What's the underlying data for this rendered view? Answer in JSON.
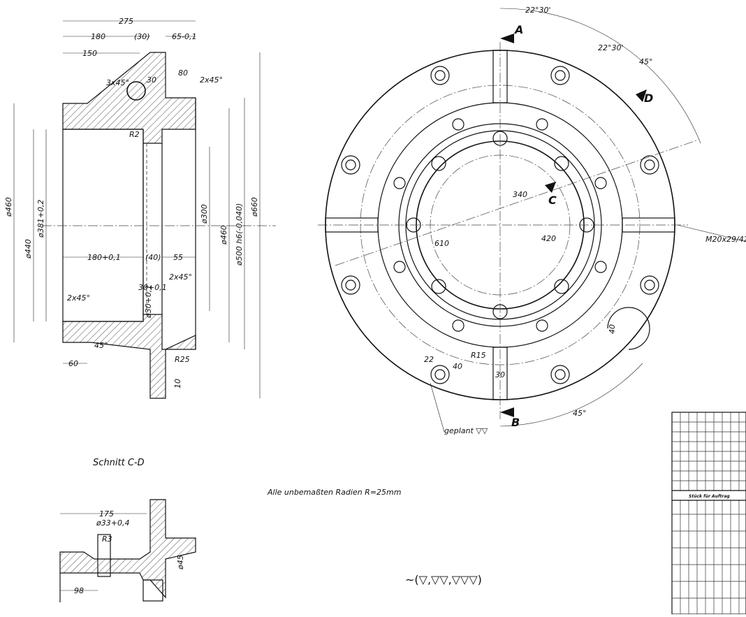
{
  "section_view": {
    "dims": {
      "d275": "275",
      "d180": "180",
      "d30p": "(30)",
      "d65": "65-0,1",
      "d150": "150",
      "d3x45": "3x45°",
      "d30": "30",
      "d80": "80",
      "d2x45_top": "2x45°",
      "r2": "R2",
      "d460_outer": "ø460",
      "d440": "ø440",
      "d381": "ø381+0,2",
      "d300": "ø300",
      "d460_inner": "ø460",
      "d500": "ø500 h6(-0,040)",
      "d660": "ø660",
      "d180_01": "180+0,1",
      "d40p": "(40)",
      "d55": "55",
      "d2x45_mid": "2x45°",
      "d30_01": "30+0,1",
      "d30_01b": "ø30+0,1",
      "d2x45_left": "2x45°",
      "d45deg": "45°",
      "r25": "R25",
      "d60": "60",
      "d10": "10"
    }
  },
  "plan_view": {
    "labels": {
      "a": "A",
      "b": "B",
      "c": "C",
      "d": "D"
    },
    "dims": {
      "ang1": "22°30'",
      "ang2": "22°30'",
      "ang3": "45°",
      "ang4": "45°",
      "d340": "340",
      "d420": "420",
      "d610": "610",
      "thread": "M20x29/42",
      "d40": "40",
      "d30": "30",
      "d22": "22",
      "d40b": "40",
      "r15": "R15"
    },
    "note_planed": "geplant ▽▽"
  },
  "detail_view": {
    "title": "Schnitt C-D",
    "dims": {
      "d175": "175",
      "d33": "ø33+0,4",
      "r3": "R3",
      "d98": "98",
      "d45": "ø45"
    }
  },
  "general_note": "Alle unbemaßten Radien R=25mm",
  "surface_symbols": "∼(▽,▽▽,▽▽▽)",
  "title_block": {
    "label": "Stück für Auftrag"
  }
}
